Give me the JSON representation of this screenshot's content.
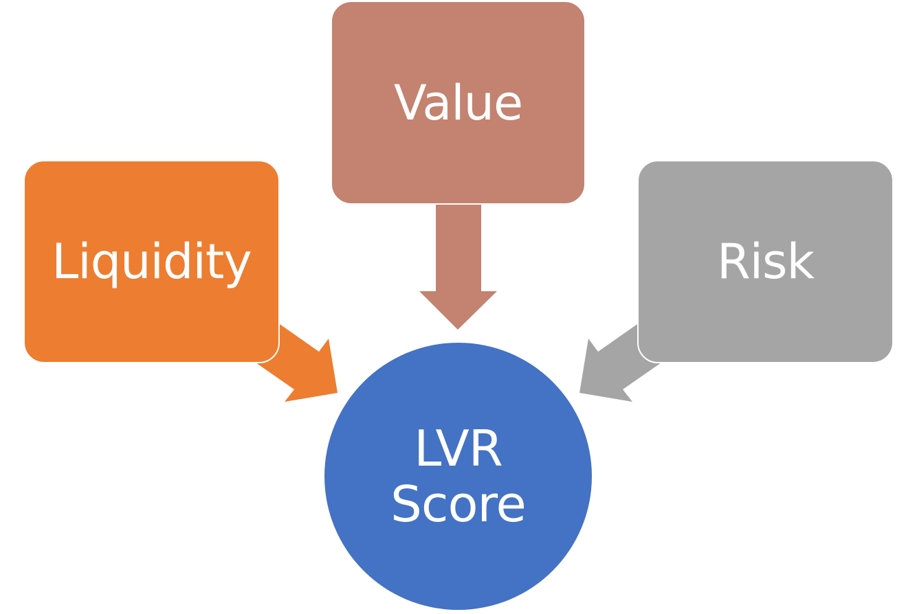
{
  "diagram": {
    "title": "LVR Score components",
    "nodes": [
      {
        "id": "value",
        "label": "Value",
        "shape": "rounded-rectangle",
        "color": "#C48270"
      },
      {
        "id": "liquidity",
        "label": "Liquidity",
        "shape": "rounded-rectangle",
        "color": "#ED7D31"
      },
      {
        "id": "risk",
        "label": "Risk",
        "shape": "rounded-rectangle",
        "color": "#A5A5A5"
      },
      {
        "id": "lvr",
        "label_line1": "LVR",
        "label_line2": "Score",
        "shape": "circle",
        "color": "#4472C4"
      }
    ],
    "edges": [
      {
        "from": "liquidity",
        "to": "lvr",
        "color": "#ED7D31"
      },
      {
        "from": "value",
        "to": "lvr",
        "color": "#C48270"
      },
      {
        "from": "risk",
        "to": "lvr",
        "color": "#A5A5A5"
      }
    ]
  }
}
